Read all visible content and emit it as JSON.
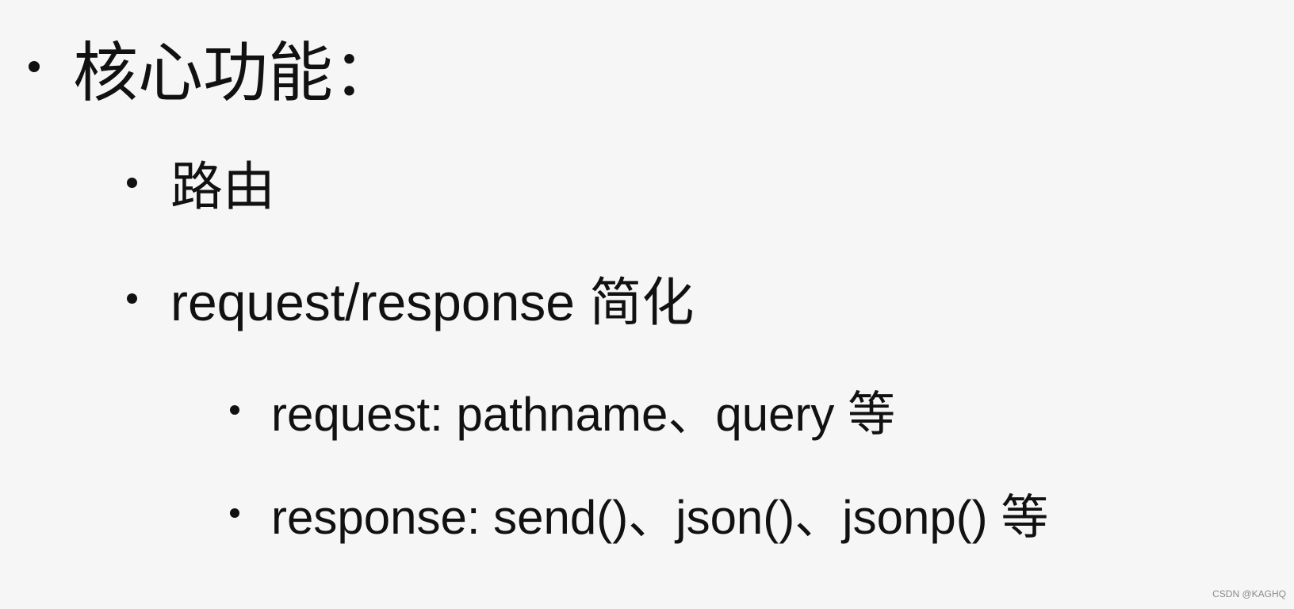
{
  "slide": {
    "heading": "核心功能：",
    "items": [
      {
        "text": "路由"
      },
      {
        "text": "request/response 简化",
        "subitems": [
          {
            "text": "request: pathname、query 等"
          },
          {
            "text": "response: send()、json()、jsonp() 等"
          }
        ]
      }
    ]
  },
  "watermark": "CSDN @KAGHQ"
}
